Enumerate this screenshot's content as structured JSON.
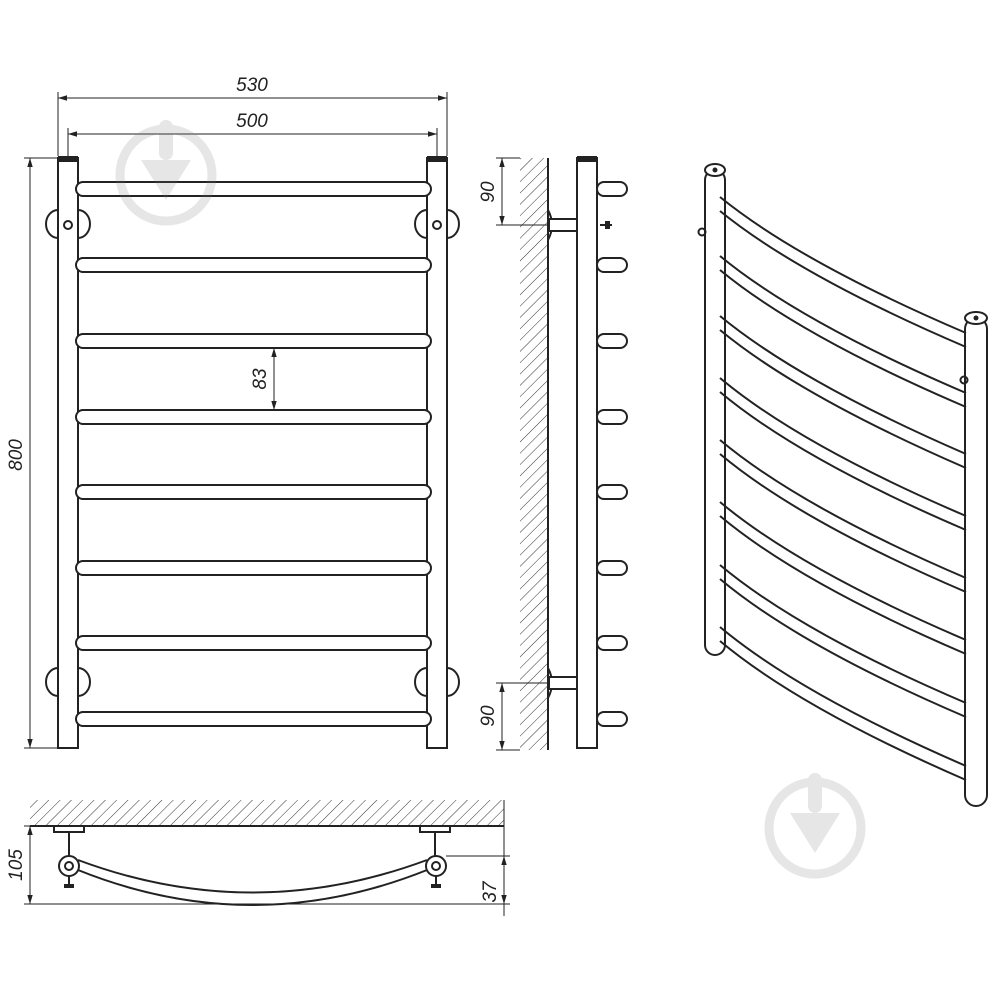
{
  "front_view": {
    "width_outer": "530",
    "width_inner": "500",
    "height": "800",
    "rung_pitch": "83"
  },
  "side_view": {
    "top_offset": "90",
    "bottom_offset": "90"
  },
  "top_view": {
    "depth_total": "105",
    "depth_curve": "37"
  },
  "watermark_icon": "download-arrow-icon"
}
